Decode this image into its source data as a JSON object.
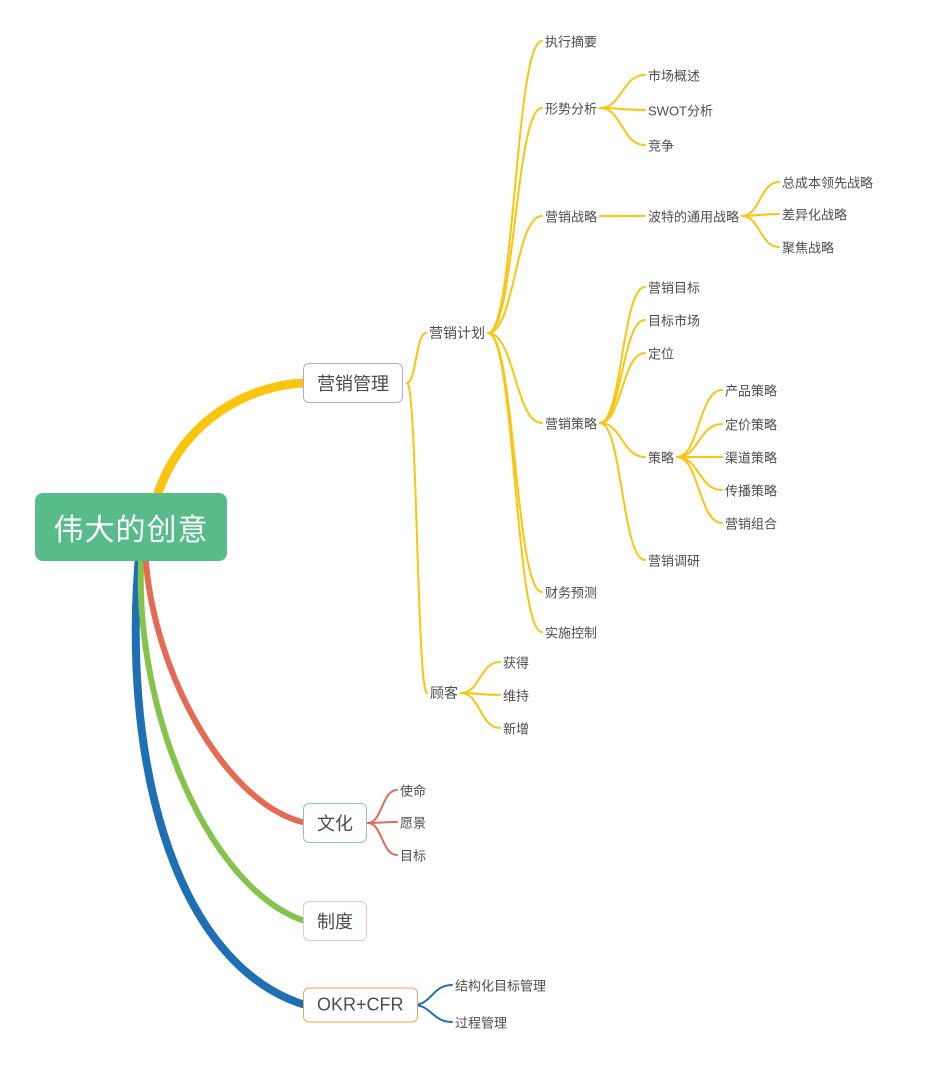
{
  "colors": {
    "root_bg": "#57BB8A",
    "marketing": "#FAC40F",
    "culture": "#E56A54",
    "system": "#84C34C",
    "okr": "#1F6FB5",
    "marketing_box_border": "#B6A2DE",
    "culture_box_border": "#85C5D3",
    "system_box_border": "#EEC3CD",
    "okr_box_border": "#F5A24B"
  },
  "mindmap": {
    "root": {
      "label": "伟大的创意"
    },
    "branches": [
      {
        "label": "营销管理",
        "children": [
          {
            "label": "营销计划",
            "children": [
              {
                "label": "执行摘要"
              },
              {
                "label": "形势分析",
                "children": [
                  {
                    "label": "市场概述"
                  },
                  {
                    "label": "SWOT分析"
                  },
                  {
                    "label": "竞争"
                  }
                ]
              },
              {
                "label": "营销战略",
                "children": [
                  {
                    "label": "波特的通用战略",
                    "children": [
                      {
                        "label": "总成本领先战略"
                      },
                      {
                        "label": "差异化战略"
                      },
                      {
                        "label": "聚焦战略"
                      }
                    ]
                  }
                ]
              },
              {
                "label": "营销策略",
                "children": [
                  {
                    "label": "营销目标"
                  },
                  {
                    "label": "目标市场"
                  },
                  {
                    "label": "定位"
                  },
                  {
                    "label": "策略",
                    "children": [
                      {
                        "label": "产品策略"
                      },
                      {
                        "label": "定价策略"
                      },
                      {
                        "label": "渠道策略"
                      },
                      {
                        "label": "传播策略"
                      },
                      {
                        "label": "营销组合"
                      }
                    ]
                  },
                  {
                    "label": "营销调研"
                  }
                ]
              },
              {
                "label": "财务预测"
              },
              {
                "label": "实施控制"
              }
            ]
          },
          {
            "label": "顾客",
            "children": [
              {
                "label": "获得"
              },
              {
                "label": "维持"
              },
              {
                "label": "新增"
              }
            ]
          }
        ]
      },
      {
        "label": "文化",
        "children": [
          {
            "label": "使命"
          },
          {
            "label": "愿景"
          },
          {
            "label": "目标"
          }
        ]
      },
      {
        "label": "制度"
      },
      {
        "label": "OKR+CFR",
        "children": [
          {
            "label": "结构化目标管理"
          },
          {
            "label": "过程管理"
          }
        ]
      }
    ]
  }
}
